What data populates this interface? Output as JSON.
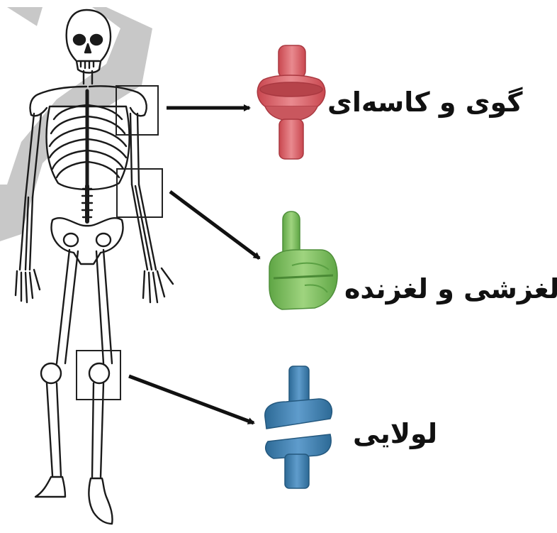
{
  "joints": [
    {
      "key": "ball",
      "label": "گوی و کاسه‌ای",
      "color": "#d9646b",
      "icon": "ball-and-socket-joint-icon"
    },
    {
      "key": "glide",
      "label": "لغزشی و لغزنده",
      "color": "#7cc060",
      "icon": "gliding-joint-icon"
    },
    {
      "key": "hinge",
      "label": "لولایی",
      "color": "#3c78a8",
      "icon": "hinge-joint-icon"
    }
  ]
}
